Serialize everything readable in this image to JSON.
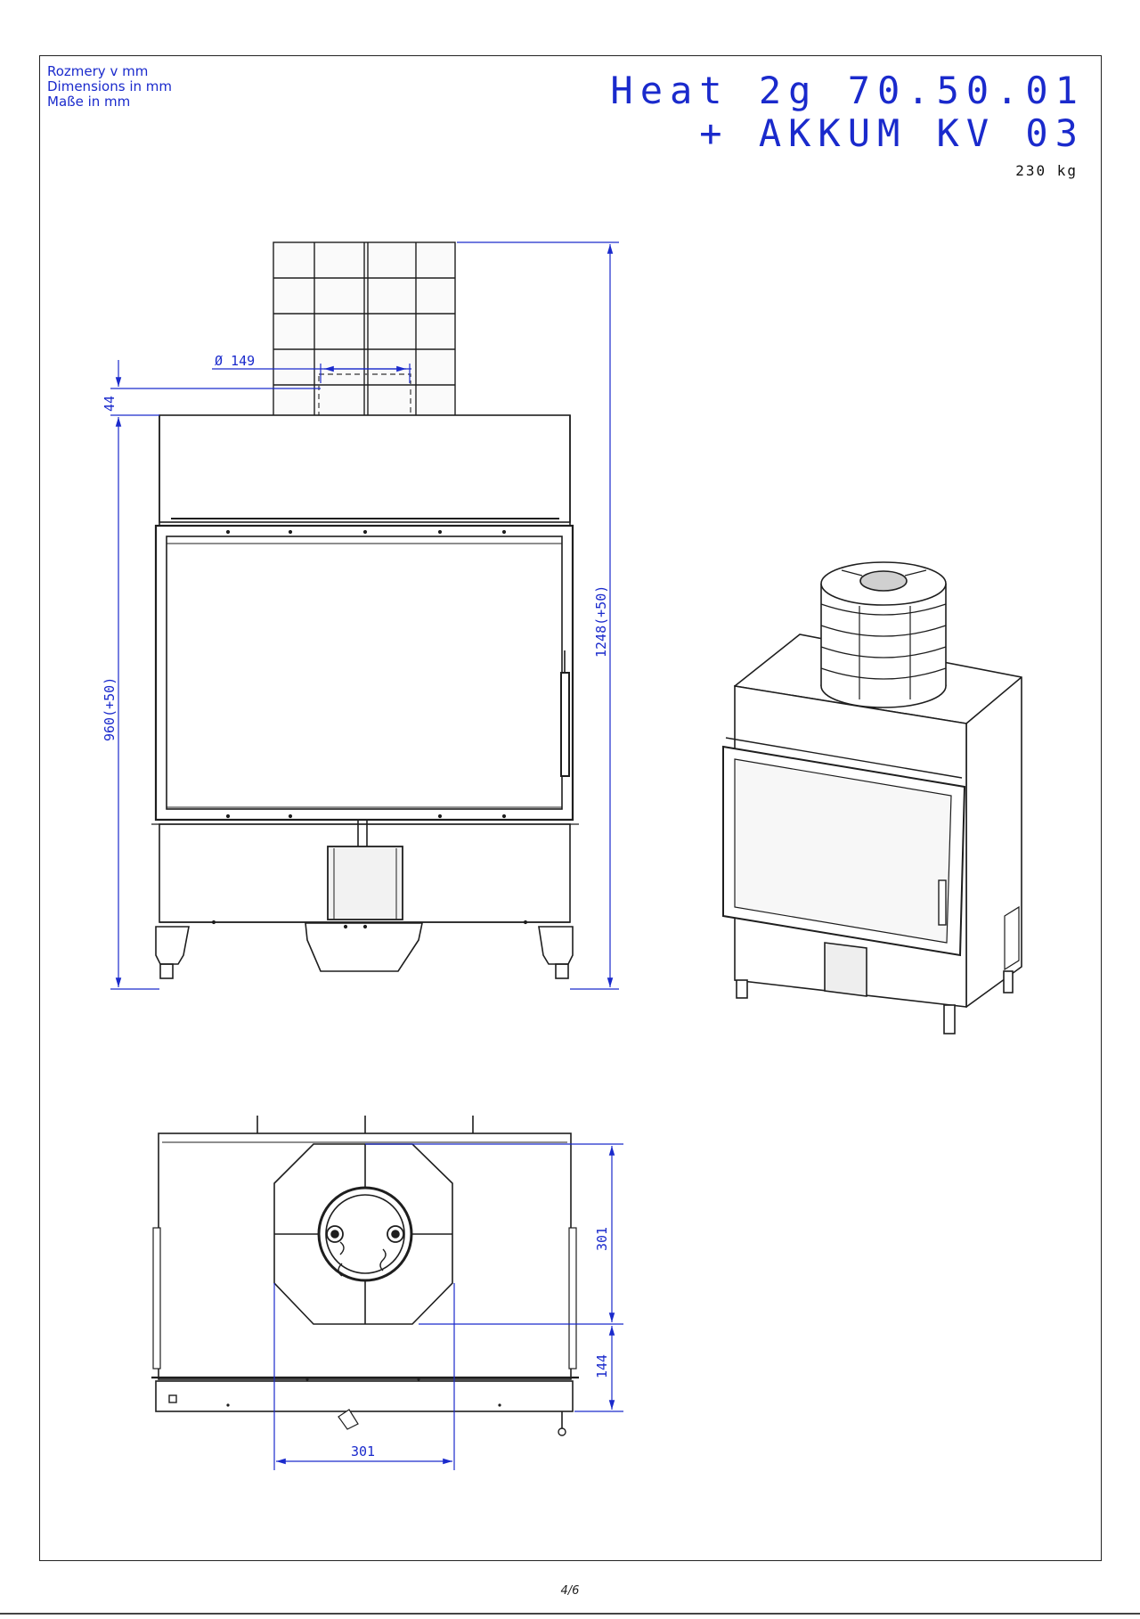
{
  "units_note": {
    "line1": "Rozmery v mm",
    "line2": "Dimensions in mm",
    "line3": "Maße in mm"
  },
  "title": {
    "line1": "Heat 2g 70.50.01",
    "line2": "+ AKKUM KV 03"
  },
  "weight": "230 kg",
  "dimensions": {
    "flue_diameter": "Ø 149",
    "flue_offset": "44",
    "height_body": "960(+50)",
    "height_total": "1248(+50)",
    "top_depth": "301",
    "front_depth": "144",
    "top_width": "301"
  },
  "page_number": "4/6",
  "colors": {
    "dimension": "#1a2acc",
    "line": "#1e1e1e",
    "fill_light": "#f0f0f0",
    "fill_mid": "#d9d9d9"
  }
}
